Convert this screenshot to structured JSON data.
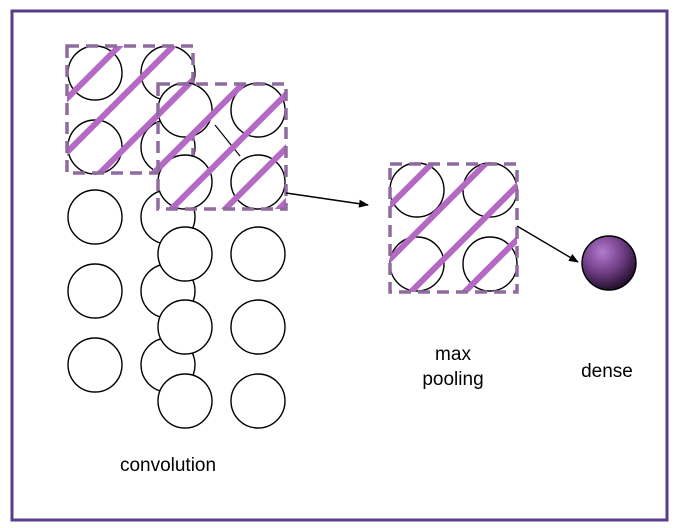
{
  "labels": {
    "convolution": "convolution",
    "max": "max",
    "pooling": "pooling",
    "dense": "dense"
  },
  "colors": {
    "frame": "#5b3c8a",
    "hatch": "#b469c4",
    "hatch_border": "#8f6b9e",
    "node_stroke": "#000000",
    "dense_fill_light": "#b47ad0",
    "dense_fill_dark": "#1a0a22"
  }
}
